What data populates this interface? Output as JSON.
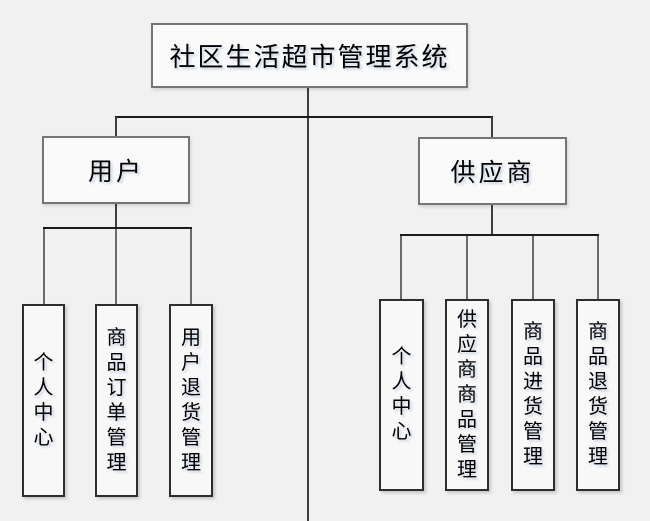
{
  "diagram": {
    "root": {
      "label": "社区生活超市管理系统"
    },
    "branches": [
      {
        "label": "用户",
        "children": [
          {
            "label": "个人中心"
          },
          {
            "label": "商品订单管理"
          },
          {
            "label": "用户退货管理"
          }
        ]
      },
      {
        "label": "供应商",
        "children": [
          {
            "label": "个人中心"
          },
          {
            "label": "供应商商品管理"
          },
          {
            "label": "商品进货管理"
          },
          {
            "label": "商品退货管理"
          }
        ]
      }
    ],
    "colors": {
      "background": "#f1f1f2",
      "node_fill": "#fafafa",
      "node_border": "#757575",
      "leaf_border": "#2e2e2e",
      "connector": "#3f3f3f",
      "text": "#000000"
    }
  }
}
